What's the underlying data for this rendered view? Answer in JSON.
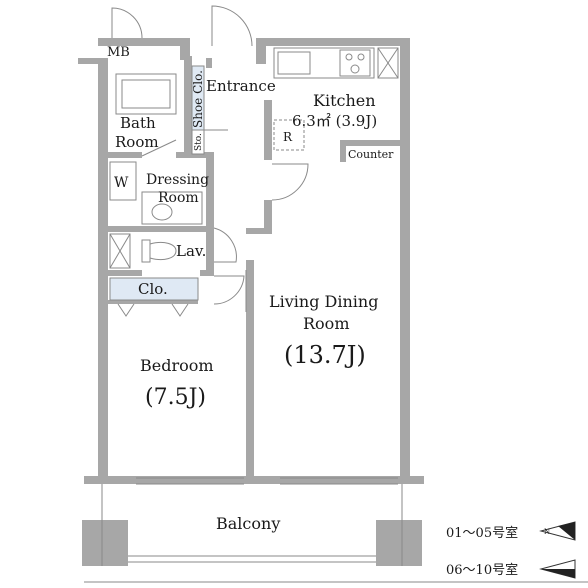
{
  "rooms": {
    "mb": "MB",
    "entrance": "Entrance",
    "shoe_closet": "Shoe Clo.",
    "storage": "Sto.",
    "kitchen": "Kitchen",
    "kitchen_size": "6.3㎡ (3.9J)",
    "refrigerator": "R",
    "counter": "Counter",
    "bath_line1": "Bath",
    "bath_line2": "Room",
    "washer": "W",
    "dressing_line1": "Dressing",
    "dressing_line2": "Room",
    "lavatory": "Lav.",
    "closet": "Clo.",
    "living_line1": "Living Dining",
    "living_line2": "Room",
    "living_size": "(13.7J)",
    "bedroom": "Bedroom",
    "bedroom_size": "(7.5J)",
    "balcony": "Balcony"
  },
  "legend": [
    {
      "label": "01～05号室",
      "icon": "north-arrow-icon"
    },
    {
      "label": "06～10号室",
      "icon": "north-arrow-icon"
    }
  ]
}
